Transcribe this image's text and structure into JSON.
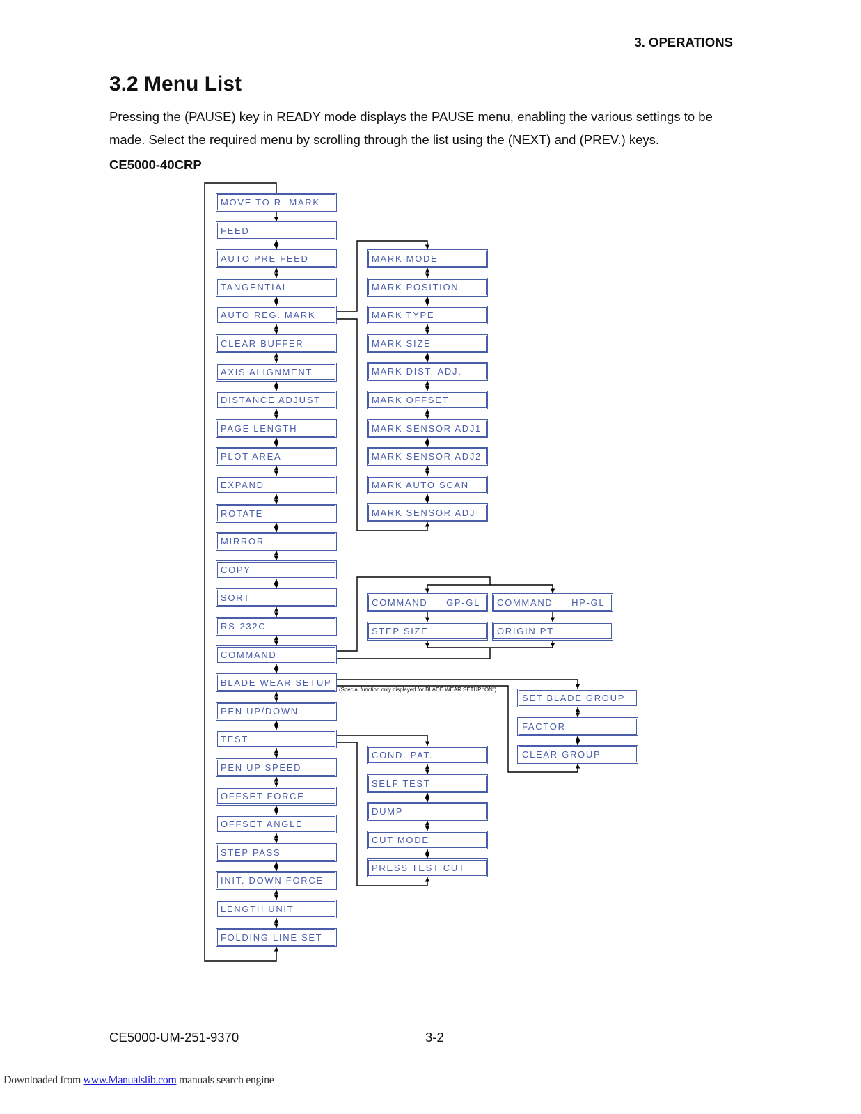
{
  "header": {
    "section": "3. OPERATIONS"
  },
  "title": "3.2 Menu List",
  "intro_lines": [
    "Pressing the (PAUSE) key in READY mode displays the PAUSE menu, enabling the various settings to be",
    "made. Select the required menu by scrolling through the list using the (NEXT) and (PREV.) keys."
  ],
  "model": "CE5000-40CRP",
  "diagram": {
    "main_menu": [
      "MOVE TO R. MARK",
      "FEED",
      "AUTO PRE FEED",
      "TANGENTIAL",
      "AUTO REG. MARK",
      "CLEAR BUFFER",
      "AXIS ALIGNMENT",
      "DISTANCE ADJUST",
      "PAGE LENGTH",
      "PLOT AREA",
      "EXPAND",
      "ROTATE",
      "MIRROR",
      "COPY",
      "SORT",
      "RS-232C",
      "COMMAND",
      "BLADE WEAR SETUP",
      "PEN UP/DOWN",
      "TEST",
      "PEN UP SPEED",
      "OFFSET FORCE",
      "OFFSET ANGLE",
      "STEP PASS",
      "INIT. DOWN FORCE",
      "LENGTH UNIT",
      "FOLDING LINE SET"
    ],
    "auto_reg_mark_submenu": [
      "MARK MODE",
      "MARK POSITION",
      "MARK TYPE",
      "MARK SIZE",
      "MARK DIST. ADJ.",
      "MARK OFFSET",
      "MARK SENSOR ADJ1",
      "MARK SENSOR ADJ2",
      "MARK AUTO SCAN",
      "MARK SENSOR ADJ"
    ],
    "command_submenu": {
      "gp_gl": [
        "COMMAND     GP-GL",
        "STEP SIZE"
      ],
      "hp_gl": [
        "COMMAND     HP-GL",
        "ORIGIN PT"
      ]
    },
    "blade_wear_note": "(Special function only displayed for BLADE WEAR SETUP “ON”)",
    "blade_wear_submenu": [
      "SET BLADE GROUP",
      "FACTOR",
      "CLEAR GROUP"
    ],
    "test_submenu": [
      "COND. PAT.",
      "SELF TEST",
      "DUMP",
      "CUT MODE",
      "PRESS TEST CUT"
    ],
    "colors": {
      "box": "#4a5daa",
      "connector": "#000000"
    }
  },
  "footer": {
    "doc_number": "CE5000-UM-251-9370",
    "page_number": "3-2"
  },
  "download_banner": {
    "prefix": "Downloaded from ",
    "link_text": "www.Manualslib.com",
    "suffix": " manuals search engine",
    "link_color": "#1a1ad6"
  }
}
